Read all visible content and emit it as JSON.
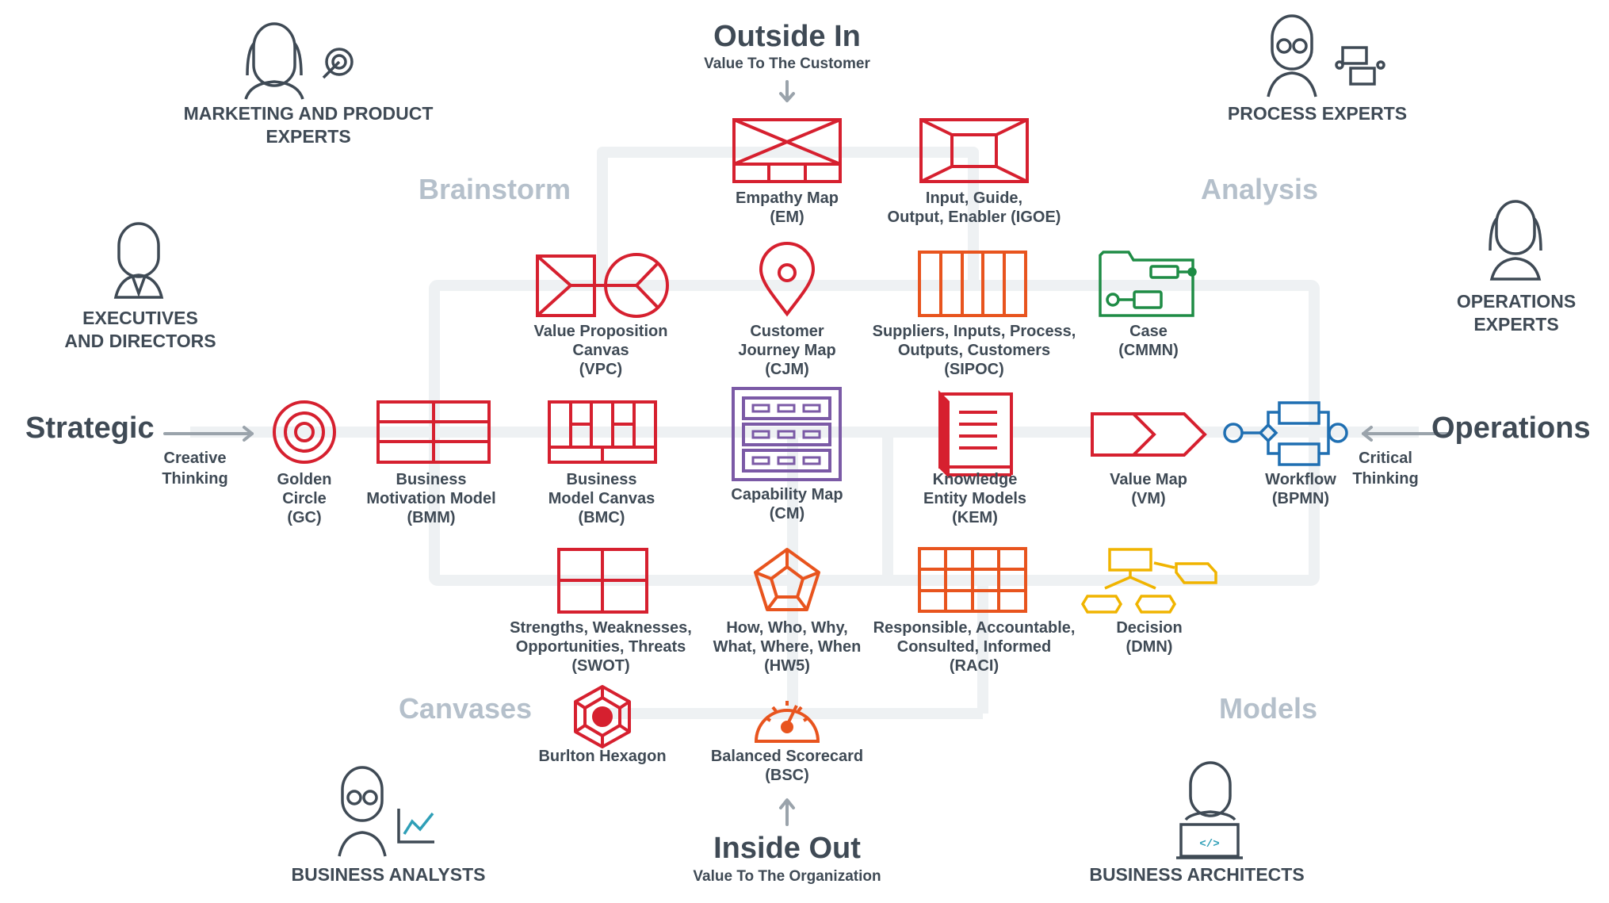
{
  "axes": {
    "top": {
      "title": "Outside In",
      "subtitle": "Value To The Customer"
    },
    "bottom": {
      "title": "Inside Out",
      "subtitle": "Value To The Organization"
    },
    "left": {
      "title": "Strategic",
      "subtitle": [
        "Creative",
        "Thinking"
      ]
    },
    "right": {
      "title": "Operations",
      "subtitle": [
        "Critical",
        "Thinking"
      ]
    }
  },
  "quadrants": {
    "top_left": "Brainstorm",
    "top_right": "Analysis",
    "bottom_left": "Canvases",
    "bottom_right": "Models"
  },
  "personas": [
    {
      "id": "marketing",
      "lines": [
        "MARKETING AND PRODUCT",
        "EXPERTS"
      ]
    },
    {
      "id": "executives",
      "lines": [
        "EXECUTIVES",
        "AND DIRECTORS"
      ]
    },
    {
      "id": "analysts",
      "lines": [
        "BUSINESS ANALYSTS"
      ]
    },
    {
      "id": "process",
      "lines": [
        "PROCESS EXPERTS"
      ]
    },
    {
      "id": "operations",
      "lines": [
        "OPERATIONS",
        "EXPERTS"
      ]
    },
    {
      "id": "architects",
      "lines": [
        "BUSINESS ARCHITECTS"
      ]
    }
  ],
  "models": [
    {
      "id": "em",
      "lines": [
        "Empathy Map",
        "(EM)"
      ],
      "color": "#d6202f"
    },
    {
      "id": "igoe",
      "lines": [
        "Input, Guide,",
        "Output, Enabler (IGOE)"
      ],
      "color": "#d6202f"
    },
    {
      "id": "vpc",
      "lines": [
        "Value Proposition",
        "Canvas",
        "(VPC)"
      ],
      "color": "#d6202f"
    },
    {
      "id": "cjm",
      "lines": [
        "Customer",
        "Journey Map",
        "(CJM)"
      ],
      "color": "#d6202f"
    },
    {
      "id": "sipoc",
      "lines": [
        "Suppliers, Inputs, Process,",
        "Outputs, Customers",
        "(SIPOC)"
      ],
      "color": "#e8541e"
    },
    {
      "id": "cmmn",
      "lines": [
        "Case",
        "(CMMN)"
      ],
      "color": "#1e8c45"
    },
    {
      "id": "gc",
      "lines": [
        "Golden",
        "Circle",
        "(GC)"
      ],
      "color": "#d6202f"
    },
    {
      "id": "bmm",
      "lines": [
        "Business",
        "Motivation Model",
        "(BMM)"
      ],
      "color": "#d6202f"
    },
    {
      "id": "bmc",
      "lines": [
        "Business",
        "Model Canvas",
        "(BMC)"
      ],
      "color": "#d6202f"
    },
    {
      "id": "cm",
      "lines": [
        "Capability Map",
        "(CM)"
      ],
      "color": "#7b5aa6"
    },
    {
      "id": "kem",
      "lines": [
        "Knowledge",
        "Entity Models",
        "(KEM)"
      ],
      "color": "#d6202f"
    },
    {
      "id": "vm",
      "lines": [
        "Value Map",
        "(VM)"
      ],
      "color": "#d6202f"
    },
    {
      "id": "bpmn",
      "lines": [
        "Workflow",
        "(BPMN)"
      ],
      "color": "#1f6fb2"
    },
    {
      "id": "swot",
      "lines": [
        "Strengths, Weaknesses,",
        "Opportunities, Threats",
        "(SWOT)"
      ],
      "color": "#d6202f"
    },
    {
      "id": "hw5",
      "lines": [
        "How, Who, Why,",
        "What, Where, When",
        "(HW5)"
      ],
      "color": "#e8541e"
    },
    {
      "id": "raci",
      "lines": [
        "Responsible, Accountable,",
        "Consulted, Informed",
        "(RACI)"
      ],
      "color": "#e8541e"
    },
    {
      "id": "dmn",
      "lines": [
        "Decision",
        "(DMN)"
      ],
      "color": "#f0b400"
    },
    {
      "id": "burlton",
      "lines": [
        "Burlton Hexagon"
      ],
      "color": "#d6202f"
    },
    {
      "id": "bsc",
      "lines": [
        "Balanced Scorecard",
        "(BSC)"
      ],
      "color": "#e8541e"
    }
  ],
  "colors": {
    "text": "#3f4a55",
    "muted": "#b5c0cb",
    "grid": "#eef1f3",
    "arrow": "#9aa3ab"
  }
}
